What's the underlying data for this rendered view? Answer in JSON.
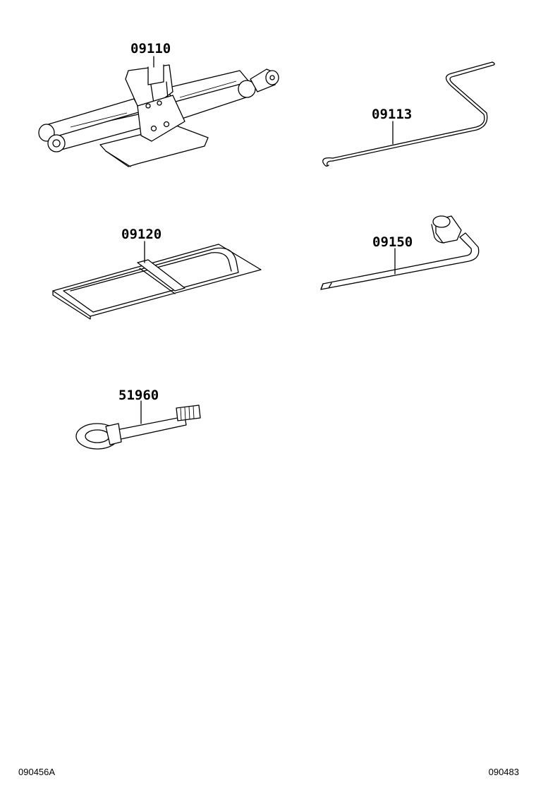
{
  "parts": {
    "jack": {
      "number": "09110"
    },
    "jack_handle": {
      "number": "09113"
    },
    "tool_bag": {
      "number": "09120"
    },
    "wheel_wrench": {
      "number": "09150"
    },
    "towing_eye": {
      "number": "51960"
    }
  },
  "footer": {
    "left_code": "090456A",
    "right_code": "090483"
  }
}
